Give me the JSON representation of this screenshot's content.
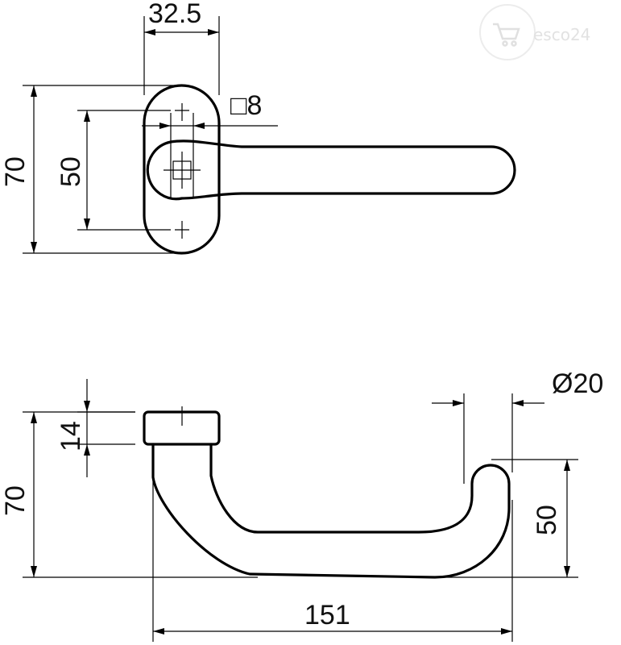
{
  "watermark": {
    "brand": "esco24",
    "icon": "cart-icon"
  },
  "top_view": {
    "dim_width": "32.5",
    "dim_square": "□8",
    "dim_height_total": "70",
    "dim_hole_spacing": "50"
  },
  "side_view": {
    "dim_diameter": "Ø20",
    "dim_rose_height": "14",
    "dim_height_total": "70",
    "dim_grip_height": "50",
    "dim_length": "151"
  },
  "colors": {
    "line": "#000000",
    "background": "#ffffff",
    "watermark": "#e2e2e2"
  }
}
